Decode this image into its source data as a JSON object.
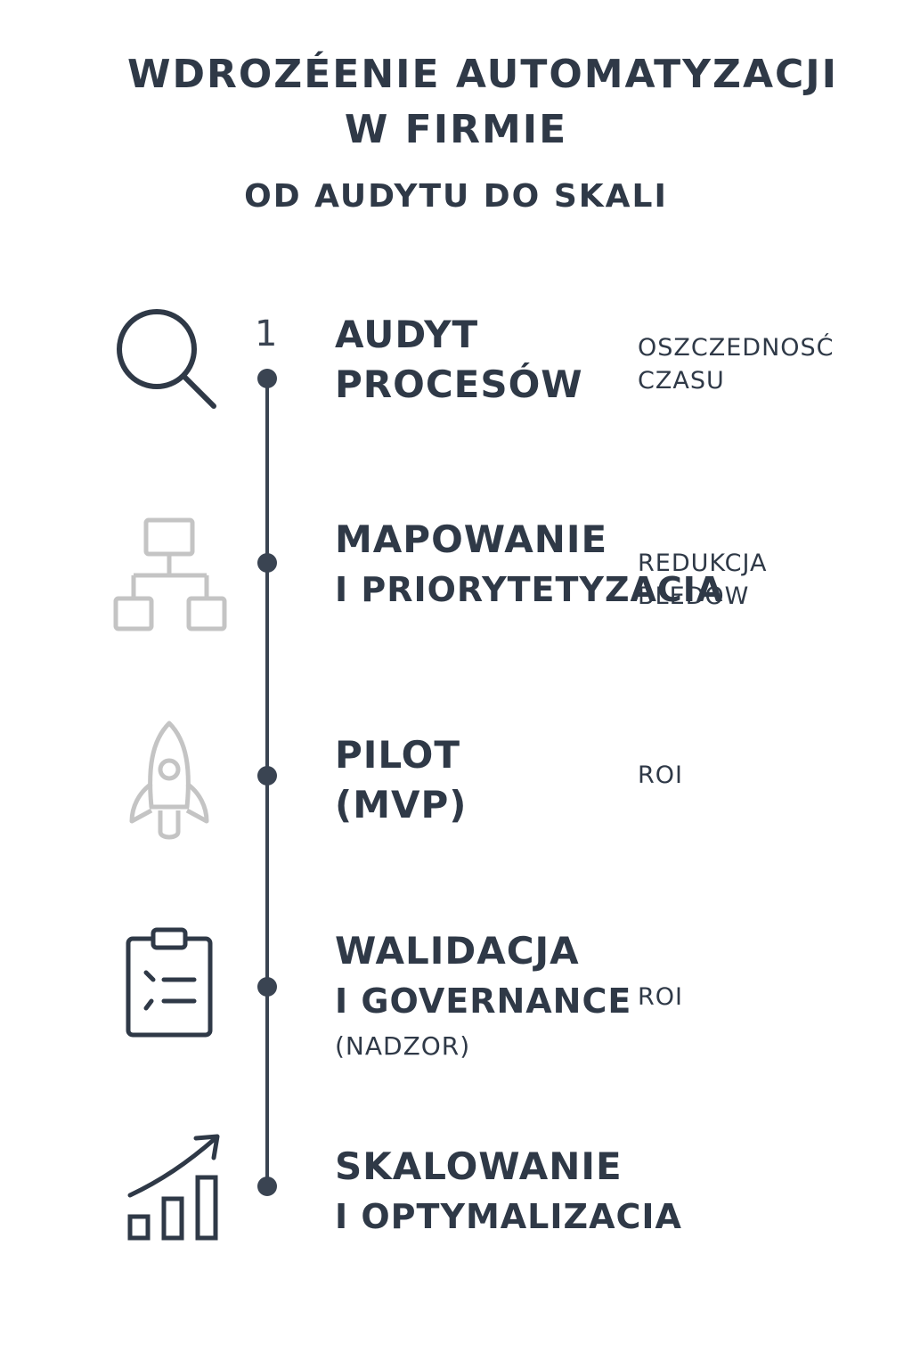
{
  "header": {
    "title_line1": "WDROZÉENIE AUTOMATYZACJI",
    "title_line2": "W FIRMIE",
    "subtitle": "OD AUDYTU DO SKALI"
  },
  "timeline": {
    "first_number": "1",
    "steps": [
      {
        "icon": "magnifier-icon",
        "title_lines": [
          "AUDYT",
          "PROCESÓW"
        ],
        "benefit_lines": [
          "OSZCZEDNOSĆ",
          "CZASU"
        ]
      },
      {
        "icon": "hierarchy-icon",
        "title_lines": [
          "MAPOWANIE",
          "I PRIORYTETYZACIA"
        ],
        "benefit_lines": [
          "REDUKCJA",
          "BLEDOW"
        ]
      },
      {
        "icon": "rocket-icon",
        "title_lines": [
          "PILOT",
          "(MVP)"
        ],
        "benefit_lines": [
          "ROI"
        ]
      },
      {
        "icon": "clipboard-icon",
        "title_lines": [
          "WALIDACJA",
          "I GOVERNANCE",
          "(NADZOR)"
        ],
        "benefit_lines": [
          "ROI"
        ]
      },
      {
        "icon": "growth-chart-icon",
        "title_lines": [
          "SKALOWANIE",
          "I OPTYMALIZACIA"
        ],
        "benefit_lines": []
      }
    ]
  },
  "colors": {
    "text": "#2f3947",
    "line": "#3a4452",
    "muted_icon": "#c4c4c4"
  }
}
